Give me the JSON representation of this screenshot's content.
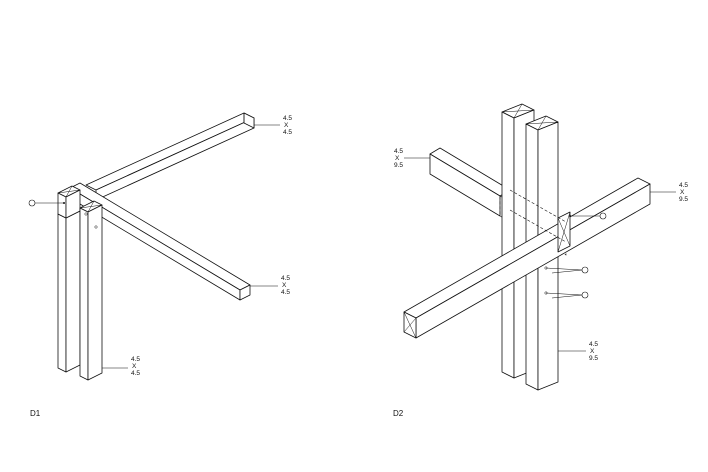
{
  "panels": [
    {
      "caption": "D1",
      "dimensions": [
        {
          "w": "4.5",
          "x": "X",
          "h": "4.5"
        },
        {
          "w": "4.5",
          "x": "X",
          "h": "4.5"
        },
        {
          "w": "4.5",
          "x": "X",
          "h": "4.5"
        }
      ]
    },
    {
      "caption": "D2",
      "dimensions": [
        {
          "w": "4.5",
          "x": "X",
          "h": "9.5"
        },
        {
          "w": "4.5",
          "x": "X",
          "h": "9.5"
        },
        {
          "w": "4.5",
          "x": "X",
          "h": "9.5"
        }
      ]
    }
  ]
}
